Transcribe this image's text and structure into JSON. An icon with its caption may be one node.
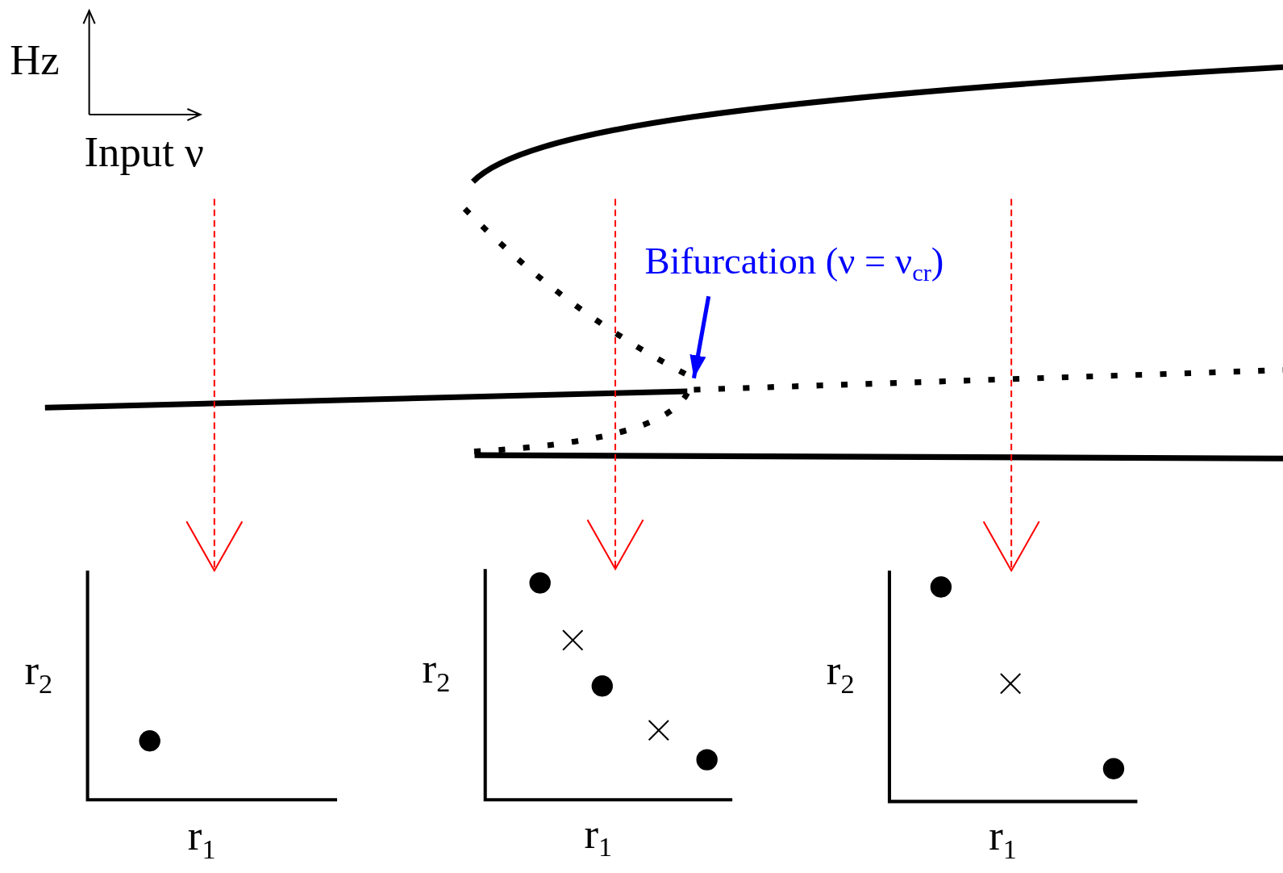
{
  "diagram": {
    "nodes": [
      {
        "text": [
          "Bifurcation (ν = ν$_{cr}$)"
        ]
      },
      {
        "text": [
          "r$_{2}$",
          "r$_{1}$"
        ]
      },
      {
        "text": [
          "r$_{2}$",
          "r$_{1}$"
        ]
      },
      {
        "text": [
          "r$_{2}$",
          "r$_{1}$"
        ]
      }
    ],
    "edges": [
      {
        "from": 0,
        "to": null,
        "arrow": "to",
        "color": "#0000ff",
        "style": "thick"
      },
      {
        "from": null,
        "to": 1,
        "arrow": "to",
        "style": "dashed",
        "color": "#ff0000"
      },
      {
        "from": null,
        "to": 2,
        "arrow": "to",
        "style": "dashed",
        "color": "#ff0000"
      },
      {
        "from": null,
        "to": 3,
        "arrow": "to",
        "style": "dashed",
        "color": "#ff0000"
      }
    ],
    "labels": [
      "Hz",
      "Input ν"
    ]
  }
}
